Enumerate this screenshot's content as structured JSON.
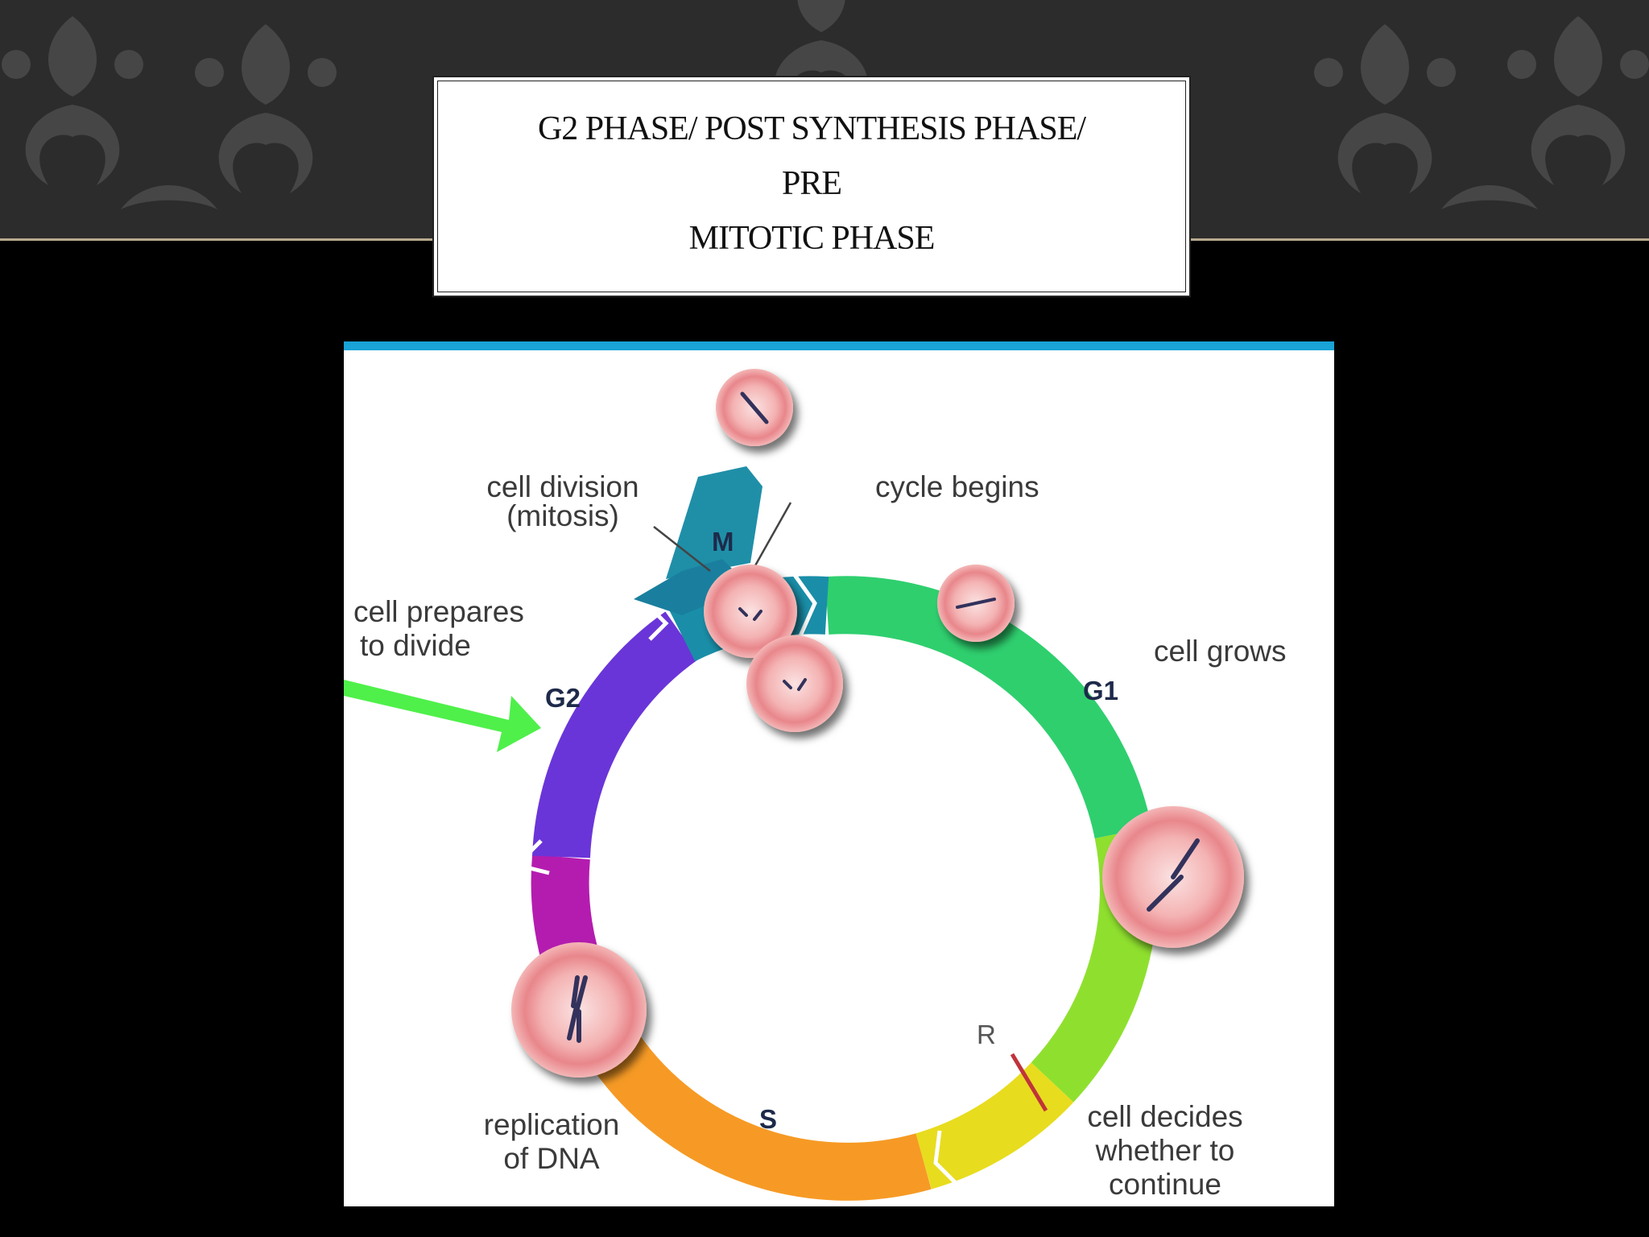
{
  "slide": {
    "title_line1": "G2 PHASE/ POST SYNTHESIS PHASE/ PRE",
    "title_line2": "MITOTIC PHASE"
  },
  "diagram": {
    "phases": {
      "m": "M",
      "g1": "G1",
      "s": "S",
      "g2": "G2",
      "r": "R"
    },
    "labels": {
      "cell_division_line1": "cell division",
      "cell_division_line2": "(mitosis)",
      "cycle_begins": "cycle begins",
      "cell_prepares_line1": "cell prepares",
      "cell_prepares_line2": "to divide",
      "cell_grows": "cell grows",
      "replication_line1": "replication",
      "replication_line2": "of DNA",
      "cell_decides_line1": "cell decides",
      "cell_decides_line2": "whether to",
      "cell_decides_line3": "continue"
    },
    "colors": {
      "accent_stripe": "#19a3d6",
      "arrow": "#4ff04a",
      "cell_pink": "#f2a3a8"
    }
  }
}
